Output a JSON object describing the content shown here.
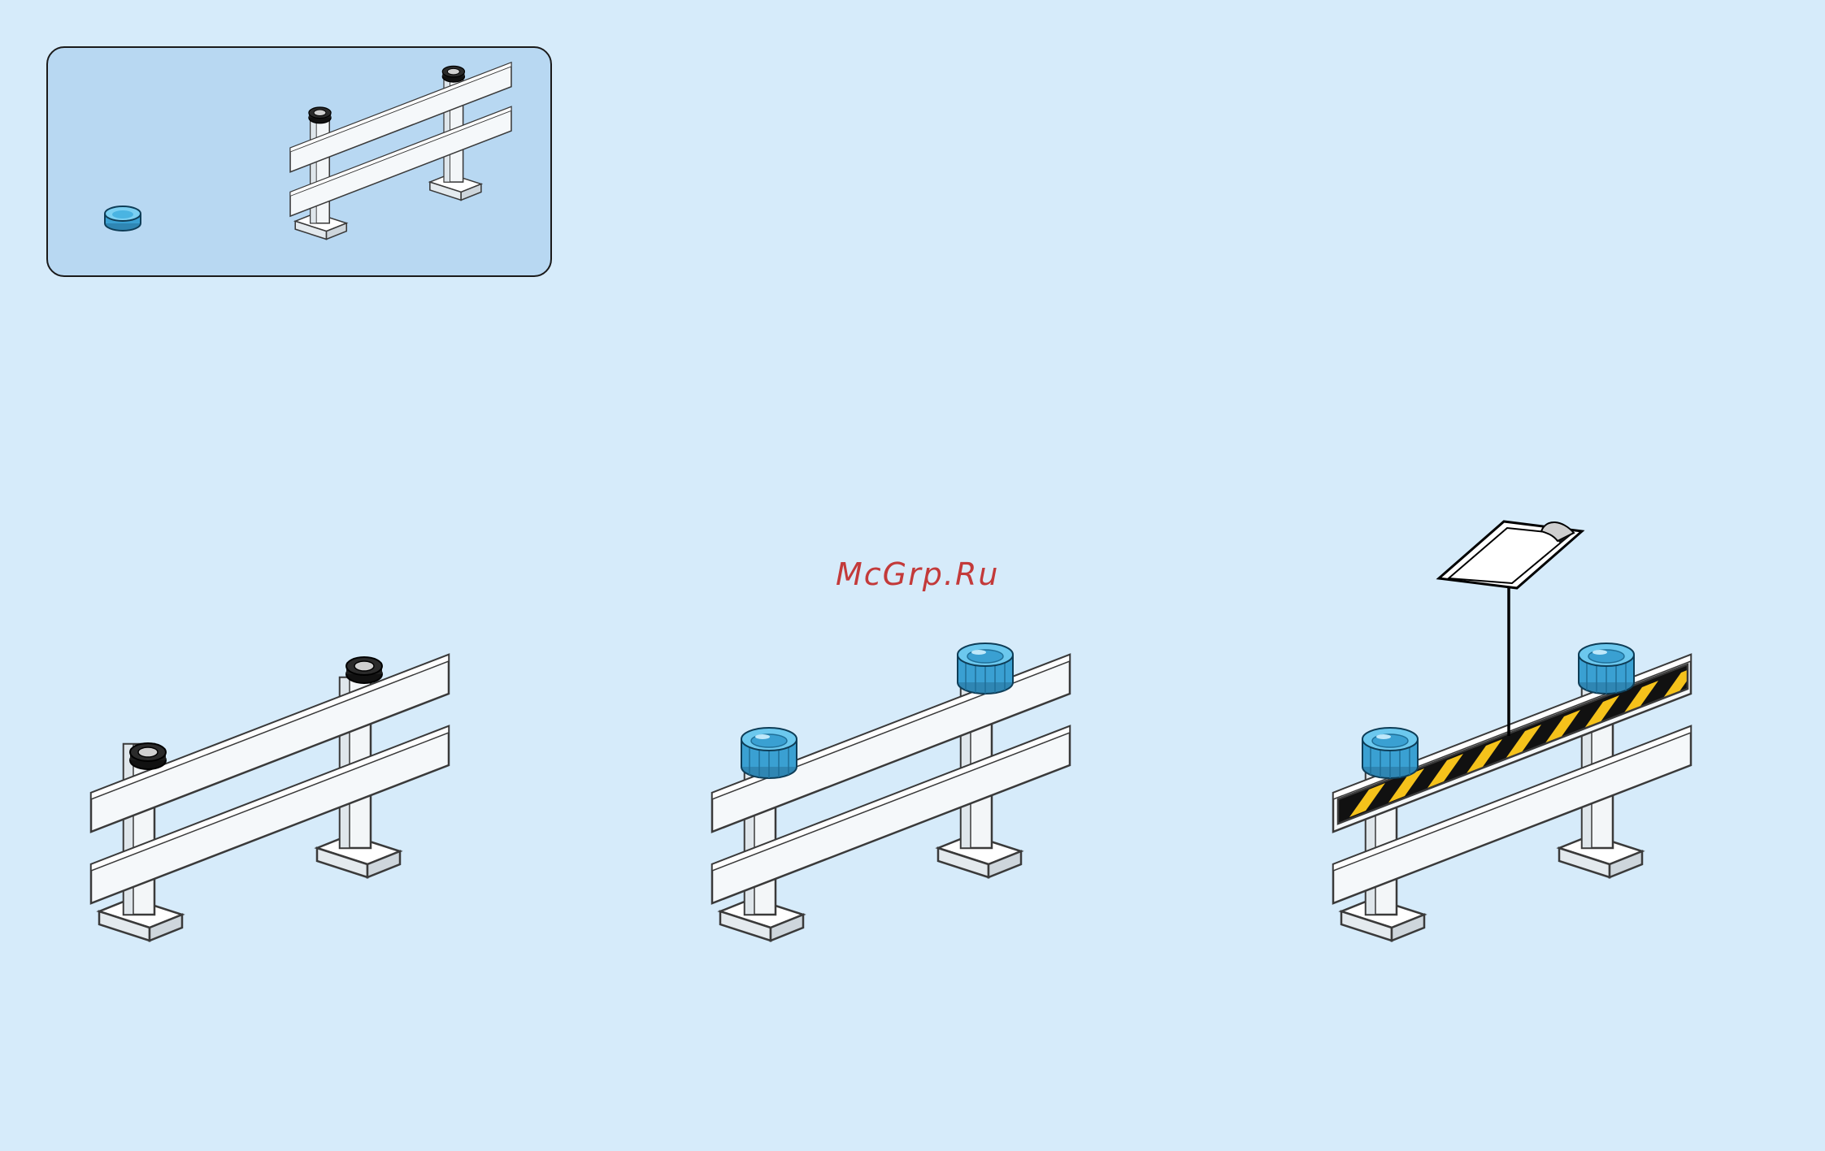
{
  "watermark": {
    "text": "McGrp.Ru"
  },
  "colors": {
    "background": "#d6ebfa",
    "parts_box": "#b8d8f2",
    "fence": "#f3f6f8",
    "fence_outline": "#3a3a3a",
    "stud_black": "#1d1d1d",
    "light_blue": "#4ab4e2",
    "stripe_yellow": "#f5c21b",
    "stripe_black": "#111111"
  },
  "parts_list": {
    "items": [
      {
        "part": "round-transparent-blue-light-tile",
        "color": "light_blue"
      },
      {
        "part": "white-fence-railing",
        "color": "fence"
      }
    ]
  },
  "steps": [
    {
      "name": "fence-with-black-studs",
      "studs": "black",
      "sticker": false
    },
    {
      "name": "fence-with-blue-lights",
      "studs": "light-blue",
      "sticker": false
    },
    {
      "name": "fence-with-hazard-sticker",
      "studs": "light-blue",
      "sticker": true
    }
  ]
}
